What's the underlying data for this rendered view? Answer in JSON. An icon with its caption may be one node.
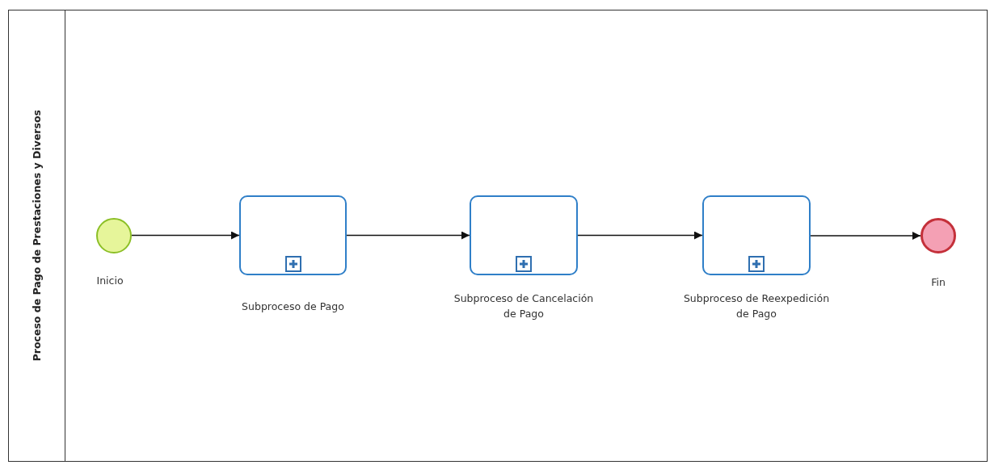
{
  "diagram": {
    "nodes": [
      {
        "text": [
          "Proceso de Pago de Prestaciones y Diversos"
        ]
      },
      {
        "text": [],
        "shape": "circle",
        "in": 0,
        "beside": [
          "Inicio"
        ]
      },
      {
        "text": [],
        "shape": "box",
        "in": 0,
        "beside": [
          "Subproceso de Pago"
        ]
      },
      {
        "text": [],
        "shape": "box",
        "in": 0,
        "beside": [
          "Subproceso de Cancelación de Pago"
        ]
      },
      {
        "text": [],
        "shape": "box",
        "in": 0,
        "beside": [
          "Subproceso de Reexpedición de Pago"
        ]
      },
      {
        "text": [],
        "shape": "circle",
        "in": 0,
        "beside": [
          "Fin"
        ]
      }
    ],
    "edges": [
      {
        "from": 1,
        "to": 2,
        "arrow": "to"
      },
      {
        "from": 2,
        "to": 3,
        "arrow": "to"
      },
      {
        "from": 3,
        "to": 4,
        "arrow": "to"
      },
      {
        "from": 4,
        "to": 5,
        "arrow": "to"
      }
    ]
  }
}
